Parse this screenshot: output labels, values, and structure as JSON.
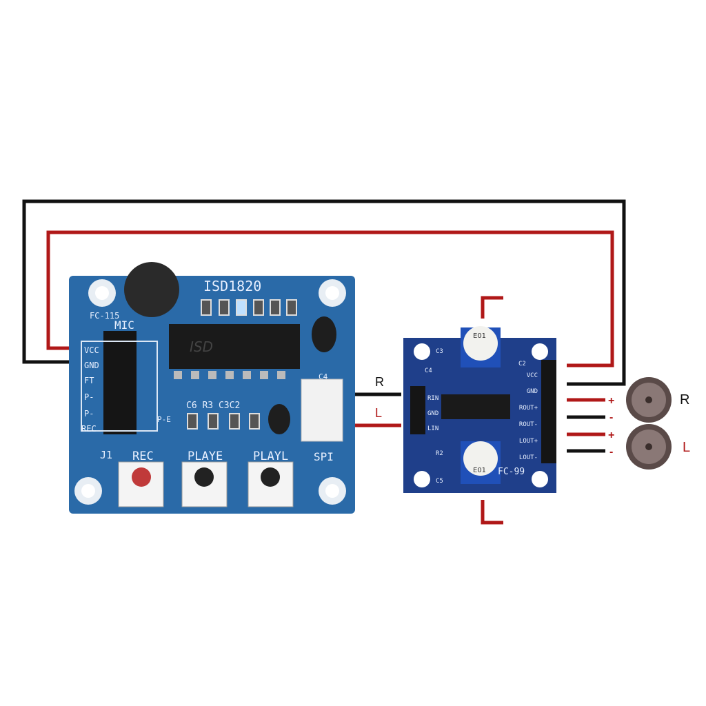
{
  "colors": {
    "wire_red": "#b01818",
    "wire_black": "#111111",
    "board_left": "#2a6aa8",
    "board_right": "#1f3f8a"
  },
  "recorder_board": {
    "chip_title": "ISD1820",
    "model": "FC-115",
    "mic_label": "MIC",
    "chip_marking": "ISD",
    "pins": [
      "VCC",
      "GND",
      "FT",
      "P-",
      "P-",
      "REC"
    ],
    "header_label": "J1",
    "jumper_label": "P-E",
    "component_labels": [
      "C6",
      "R3",
      "C3",
      "C2",
      "C4"
    ],
    "buttons": [
      {
        "label": "REC",
        "cap_color": "#c03a3a"
      },
      {
        "label": "PLAYE",
        "cap_color": "#222222"
      },
      {
        "label": "PLAYL",
        "cap_color": "#222222"
      }
    ],
    "speaker_port_label": "SPI"
  },
  "amp_board": {
    "model": "FC-99",
    "pot_marking": "E01",
    "component_labels": [
      "C3",
      "C4",
      "C2",
      "R2",
      "C5"
    ],
    "input_pins": [
      "RIN",
      "GND",
      "LIN"
    ],
    "output_pins": [
      "VCC",
      "GND",
      "ROUT+",
      "ROUT-",
      "LOUT+",
      "LOUT-"
    ]
  },
  "channel_labels": {
    "right": "R",
    "left": "L"
  },
  "polarity": {
    "plus": "+",
    "minus": "-"
  },
  "speakers": [
    {
      "channel": "R"
    },
    {
      "channel": "L"
    }
  ]
}
